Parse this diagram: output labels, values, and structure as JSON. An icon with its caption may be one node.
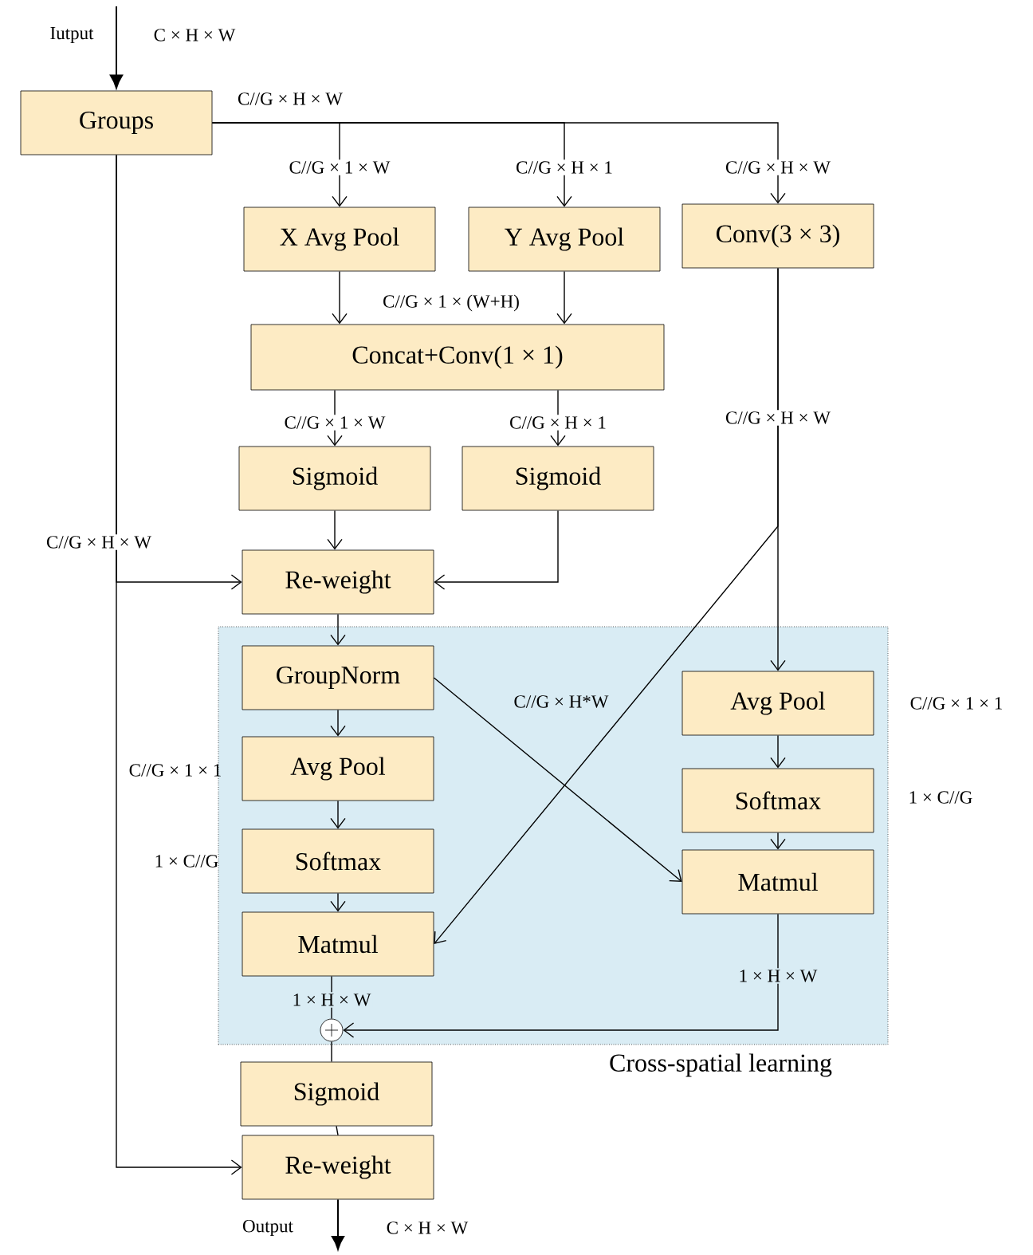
{
  "diagram": {
    "nodes": [
      {
        "text": [
          "Groups"
        ]
      },
      {
        "text": [
          "X Avg Pool"
        ]
      },
      {
        "text": [
          "Y Avg Pool"
        ]
      },
      {
        "text": [
          "Conv(3 × 3)"
        ]
      },
      {
        "text": [
          "Concat+Conv(1 × 1)"
        ]
      },
      {
        "text": [
          "Sigmoid"
        ]
      },
      {
        "text": [
          "Sigmoid"
        ]
      },
      {
        "text": [
          "Re-weight"
        ]
      },
      {
        "text": [
          "Cross-spatial learning"
        ]
      },
      {
        "text": [
          "GroupNorm"
        ],
        "in": 8
      },
      {
        "text": [
          "Avg Pool"
        ],
        "in": 8,
        "beside": [
          "C//G × 1 × 1"
        ]
      },
      {
        "text": [
          "Softmax"
        ],
        "in": 8,
        "beside": [
          "1 × C//G"
        ]
      },
      {
        "text": [
          "Matmul"
        ],
        "in": 8
      },
      {
        "text": [
          "Avg Pool"
        ],
        "in": 8,
        "beside": [
          "C//G × 1 × 1"
        ]
      },
      {
        "text": [
          "Softmax"
        ],
        "in": 8,
        "beside": [
          "1 × C//G"
        ]
      },
      {
        "text": [
          "Matmul"
        ],
        "in": 8
      },
      {
        "text": [],
        "shape": "circle",
        "in": 8
      },
      {
        "text": [
          "Sigmoid"
        ]
      },
      {
        "text": [
          "Re-weight"
        ]
      }
    ],
    "edges": [
      {
        "from": null,
        "to": 0,
        "arrow": "to"
      },
      {
        "from": 0,
        "to": 1,
        "arrow": "to",
        "label": "C//G × 1 × W"
      },
      {
        "from": 0,
        "to": 2,
        "arrow": "to",
        "label": "C//G × H × 1"
      },
      {
        "from": 0,
        "to": 3,
        "arrow": "to",
        "label": "C//G × H × W"
      },
      {
        "from": 1,
        "to": 4,
        "arrow": "to"
      },
      {
        "from": 2,
        "to": 4,
        "arrow": "to"
      },
      {
        "from": 4,
        "to": 5,
        "arrow": "to",
        "label": "C//G × 1 × W"
      },
      {
        "from": 4,
        "to": 6,
        "arrow": "to",
        "label": "C//G × H × 1"
      },
      {
        "from": 5,
        "to": 7,
        "arrow": "to"
      },
      {
        "from": 6,
        "to": 7,
        "arrow": "to"
      },
      {
        "from": 0,
        "to": 7,
        "arrow": "to"
      },
      {
        "from": 0,
        "to": 18,
        "arrow": "to"
      },
      {
        "from": 7,
        "to": 9,
        "arrow": "to"
      },
      {
        "from": 3,
        "to": 13,
        "arrow": "to",
        "label": "C//G × H × W"
      },
      {
        "from": 3,
        "to": 12,
        "arrow": "to"
      },
      {
        "from": 9,
        "to": 15,
        "arrow": "to",
        "label": "C//G × H*W"
      },
      {
        "from": 9,
        "to": 10,
        "arrow": "to"
      },
      {
        "from": 10,
        "to": 11,
        "arrow": "to"
      },
      {
        "from": 11,
        "to": 12,
        "arrow": "to"
      },
      {
        "from": 13,
        "to": 14,
        "arrow": "to"
      },
      {
        "from": 14,
        "to": 15,
        "arrow": "to"
      },
      {
        "from": 12,
        "to": 16,
        "arrow": "none",
        "label": "1 × H × W"
      },
      {
        "from": 15,
        "to": 16,
        "arrow": "to",
        "label": "1 × H × W"
      },
      {
        "from": 16,
        "to": 17,
        "arrow": "none"
      },
      {
        "from": 17,
        "to": 18,
        "arrow": "none"
      },
      {
        "from": 18,
        "to": null,
        "arrow": "to"
      }
    ],
    "labels": [
      "Iutput",
      "C × H × W",
      "C//G × H × W",
      "C//G × 1 × (W+H)",
      "C//G × H × W",
      "Output",
      "C × H × W"
    ]
  }
}
